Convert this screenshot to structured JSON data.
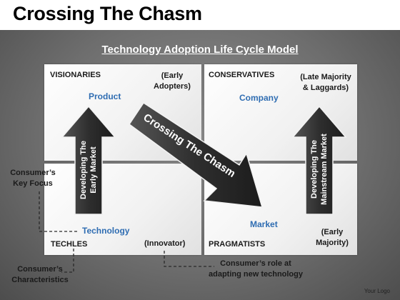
{
  "slide": {
    "title": "Crossing The Chasm",
    "subtitle": "Technology Adoption Life Cycle Model",
    "logo": "Your Logo"
  },
  "quadrants": {
    "top_left": {
      "heading": "VISIONARIES",
      "tag_line1": "(Early",
      "tag_line2": "Adopters)",
      "sub": "Product"
    },
    "top_right": {
      "heading": "CONSERVATIVES",
      "tag_line1": "(Late Majority",
      "tag_line2": "& Laggards)",
      "sub": "Company"
    },
    "bottom_left": {
      "heading": "TECHLES",
      "tag": "(Innovator)",
      "sub": "Technology"
    },
    "bottom_right": {
      "heading": "PRAGMATISTS",
      "tag_line1": "(Early",
      "tag_line2": "Majority)",
      "sub": "Market"
    }
  },
  "arrows": {
    "left_line1": "Developing The",
    "left_line2": "Early Market",
    "right_line1": "Developing The",
    "right_line2": "Mainstream  Market",
    "diagonal": "Crossing The Chasm"
  },
  "callouts": {
    "key_focus_line1": "Consumer’s",
    "key_focus_line2": "Key Focus",
    "characteristics_line1": "Consumer’s",
    "characteristics_line2": "Characteristics",
    "role_line1": "Consumer’s role at",
    "role_line2": "adapting new technology"
  },
  "colors": {
    "accent_blue": "#2f6db2",
    "arrow_dark": "#333333"
  }
}
